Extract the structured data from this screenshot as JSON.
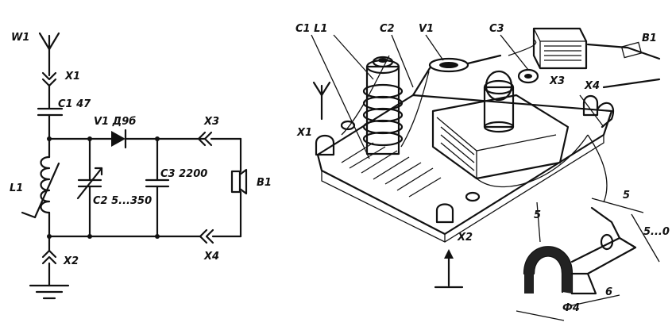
{
  "schematic": {
    "labels": {
      "antenna": "W1",
      "x1": "X1",
      "c1": "C1 47",
      "diode": "V1 Д9б",
      "x3": "X3",
      "l1": "L1",
      "c2": "C2 5...350",
      "c3": "C3 2200",
      "b1": "B1",
      "x2": "X2",
      "x4": "X4"
    }
  },
  "assembly": {
    "labels": {
      "c1l1": "C1 L1",
      "c2": "C2",
      "v1": "V1",
      "c3": "C3",
      "b1": "B1",
      "x3": "X3",
      "x4": "X4",
      "x1": "X1",
      "x2": "X2"
    }
  },
  "clip_detail": {
    "labels": {
      "dim_top": "5",
      "dim_side": "5",
      "dim_angle": "5...0",
      "dim_diameter": "Ф4",
      "dim_width": "6"
    }
  }
}
